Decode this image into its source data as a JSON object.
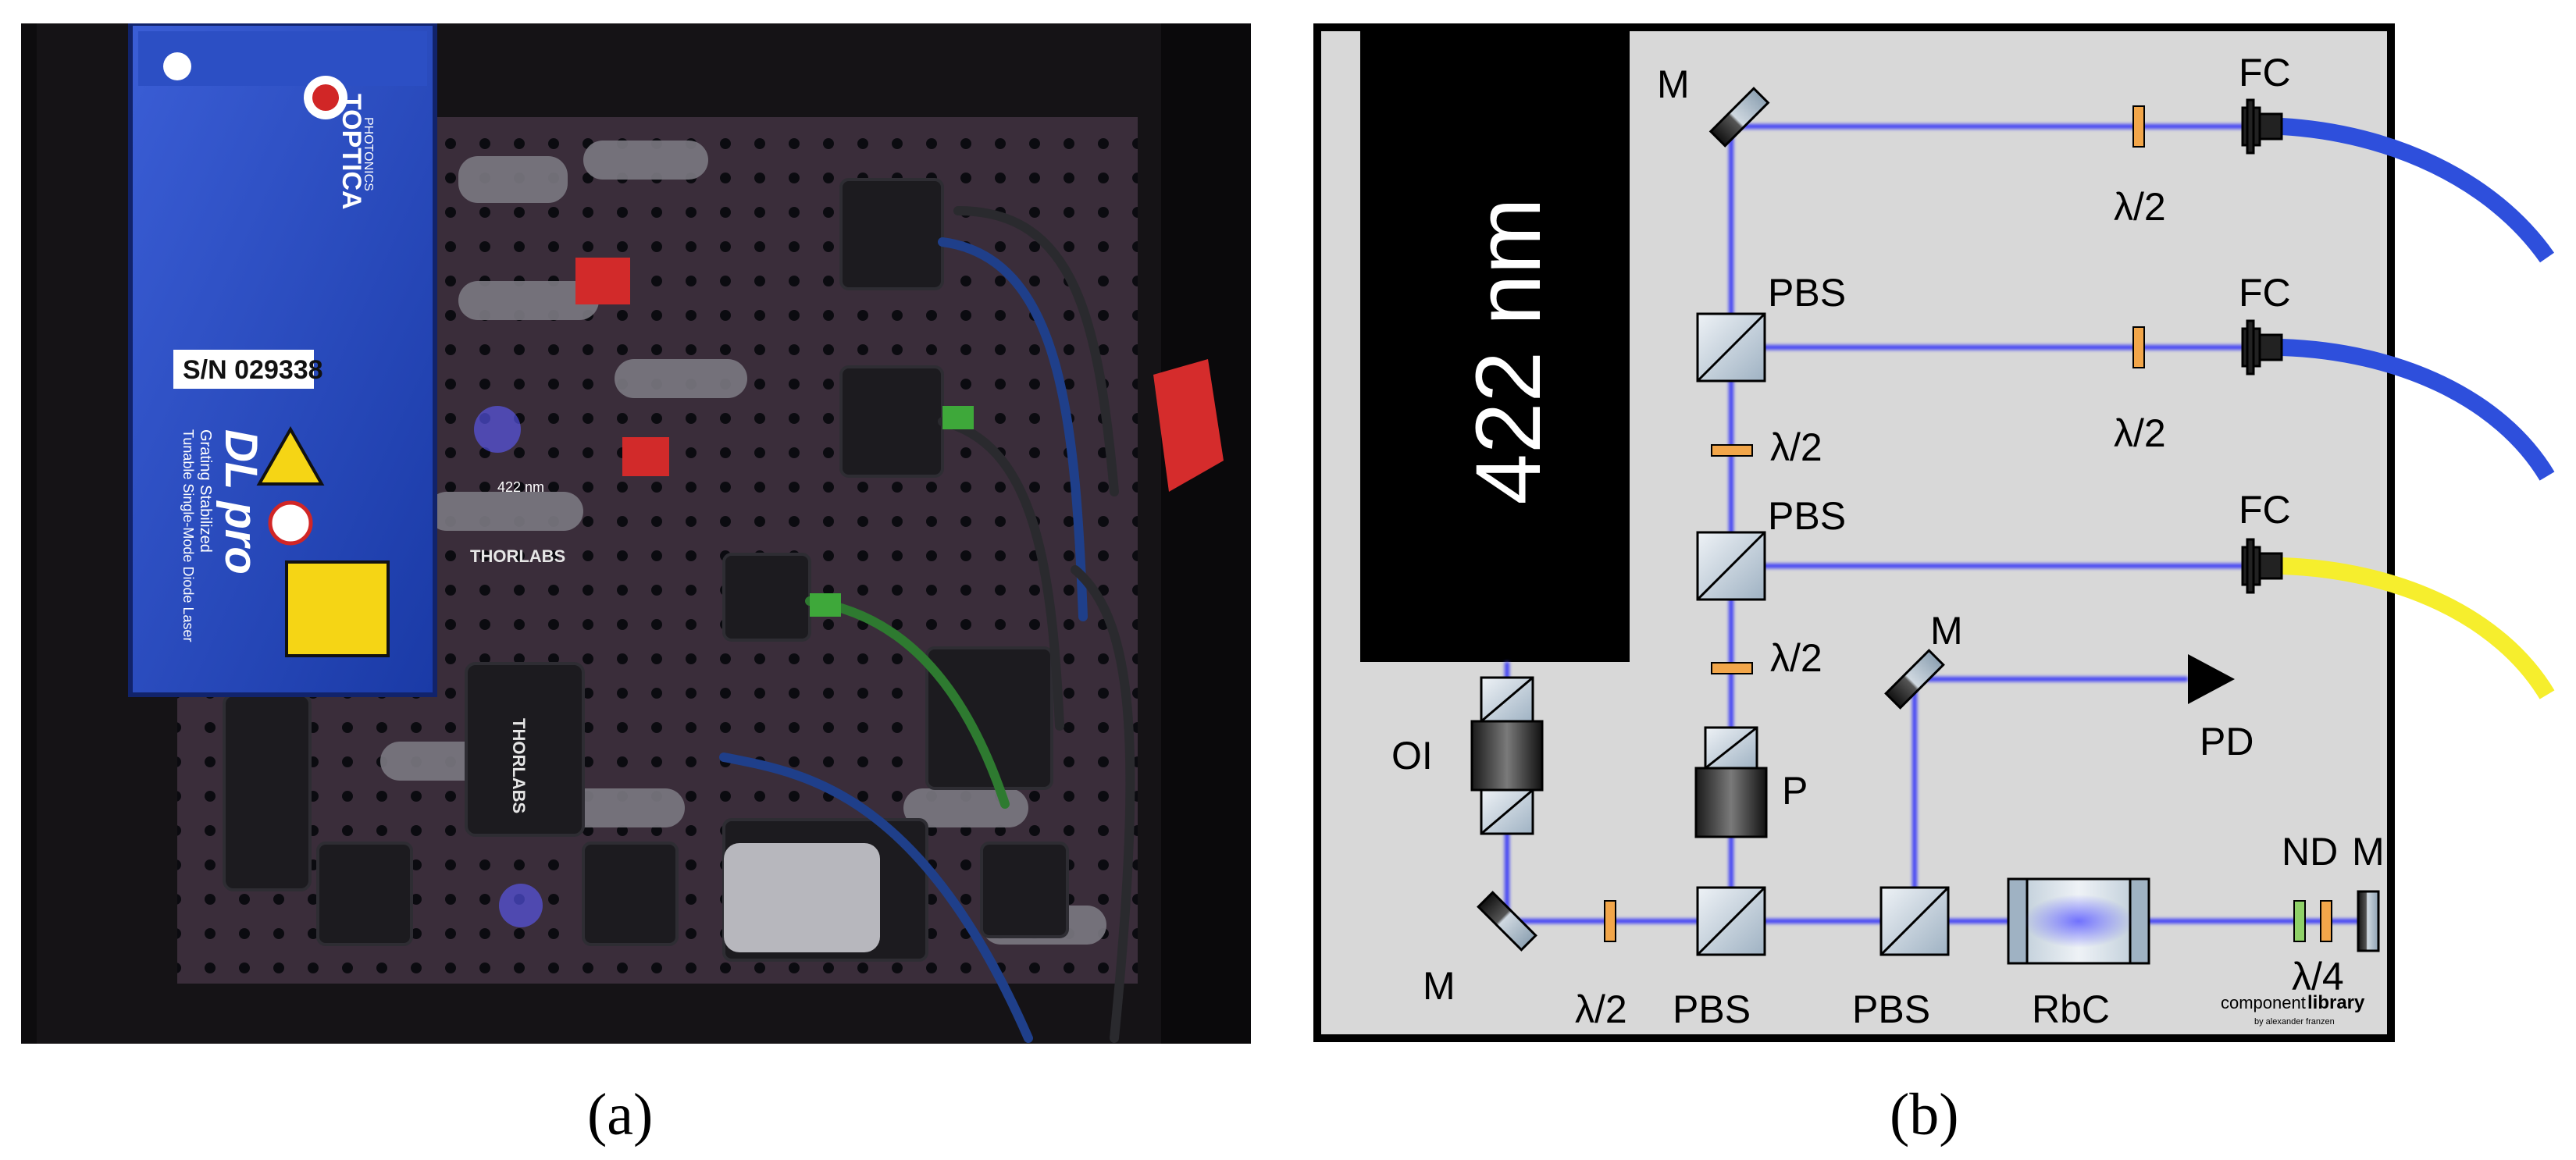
{
  "panel_a": {
    "caption": "(a)",
    "laser": {
      "brand": "TOPTICA",
      "brand_sub": "PHOTONICS",
      "serial": "S/N 029338",
      "model": "DL pro",
      "model_sub_1": "Grating Stabilized",
      "model_sub_2": "Tunable Single-Mode Diode Laser"
    },
    "labels": {
      "thorlabs_1": "THORLABS",
      "thorlabs_2": "THORLABS",
      "lens_label": "422 nm"
    }
  },
  "panel_b": {
    "caption": "(b)",
    "laser_label": "422 nm",
    "components": {
      "mirror_top": "M",
      "mirror_pd": "M",
      "mirror_bottom_left": "M",
      "mirror_end": "M",
      "pbs_1": "PBS",
      "pbs_2": "PBS",
      "pbs_bottom_1": "PBS",
      "pbs_bottom_2": "PBS",
      "hwp_fc1": "λ/2",
      "hwp_fc2": "λ/2",
      "hwp_between_pbs": "λ/2",
      "hwp_above_p": "λ/2",
      "hwp_bottom": "λ/2",
      "qwp": "λ/4",
      "fc_1": "FC",
      "fc_2": "FC",
      "fc_3": "FC",
      "pd": "PD",
      "polarizer": "P",
      "isolator": "OI",
      "rb_cell": "RbC",
      "nd": "ND"
    },
    "credit": {
      "line1": "component",
      "line2": "library",
      "line3": "by alexander franzen"
    },
    "colors": {
      "beam": "#3d3df5",
      "fiber_blue": "#2e4fdc",
      "fiber_yellow": "#f6ee2d",
      "waveplate": "#f2a64a",
      "nd": "#8fd168",
      "panel_bg": "#d8d8d8"
    }
  }
}
